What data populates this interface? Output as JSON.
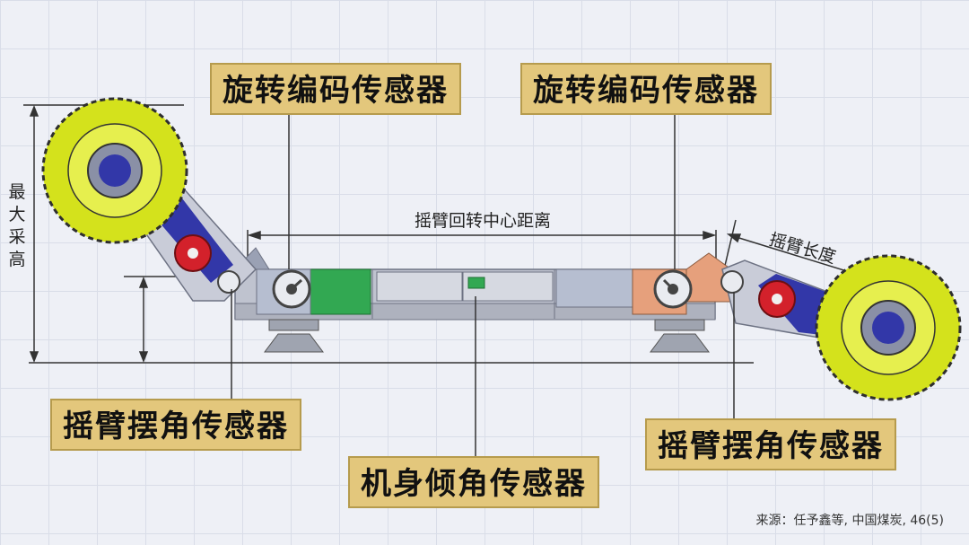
{
  "labels": {
    "encoder_left": "旋转编码传感器",
    "encoder_right": "旋转编码传感器",
    "swing_left": "摇臂摆角传感器",
    "swing_right": "摇臂摆角传感器",
    "tilt": "机身倾角传感器"
  },
  "dimensions": {
    "center_distance": "摇臂回转中心距离",
    "arm_length": "摇臂长度",
    "max_height": "最大采高"
  },
  "source": "来源：任予鑫等, 中国煤炭, 46(5)",
  "colors": {
    "label_fill": "#e3c77c",
    "drum_yellow": "#d4e21c",
    "arm_blue": "#3237a8",
    "motor_red": "#d3212b",
    "body_green": "#32a852",
    "body_gray": "#bfc3cf"
  }
}
